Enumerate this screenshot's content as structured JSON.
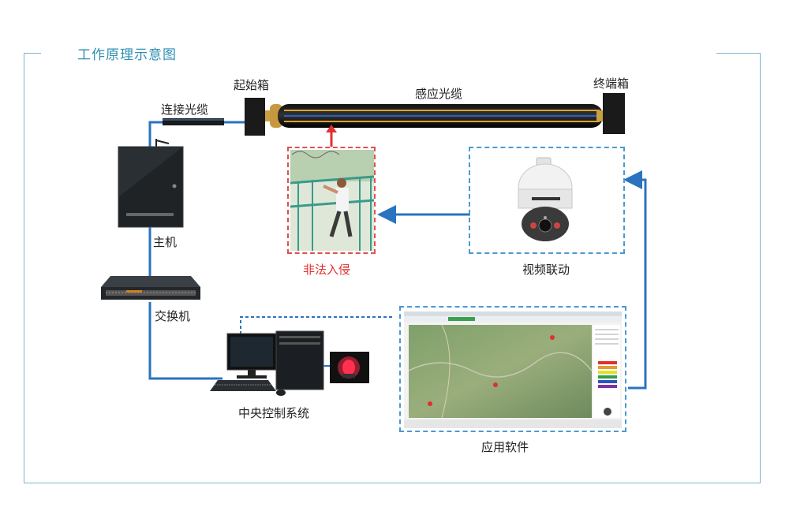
{
  "title": "工作原理示意图",
  "labels": {
    "start_box": "起始箱",
    "sensing_cable": "感应光缆",
    "end_box": "终端箱",
    "link_cable": "连接光缆",
    "host": "主机",
    "switch": "交换机",
    "intrusion": "非法入侵",
    "video_link": "视频联动",
    "central_control": "中央控制系统",
    "app_software": "应用软件"
  },
  "colors": {
    "frame": "#7fb3cf",
    "title": "#2e8fb2",
    "line": "#2a73c0",
    "alert": "#e03030"
  }
}
